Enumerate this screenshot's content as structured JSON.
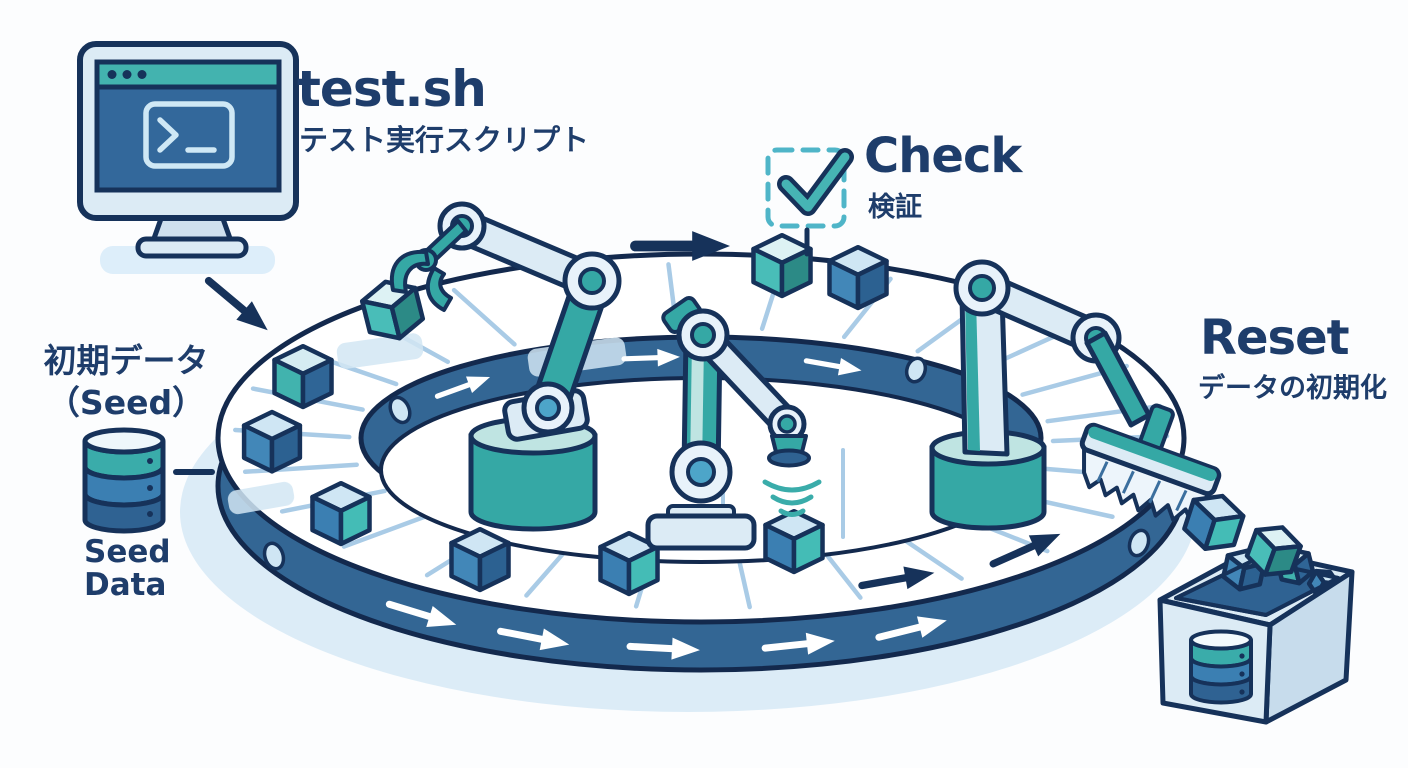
{
  "labels": {
    "test_script": {
      "title": "test.sh",
      "subtitle": "テスト実行スクリプト"
    },
    "check": {
      "title": "Check",
      "subtitle": "検証"
    },
    "reset": {
      "title": "Reset",
      "subtitle": "データの初期化"
    },
    "seed": {
      "line1": "初期データ",
      "line2": "（Seed）",
      "caption_line1": "Seed",
      "caption_line2": "Data"
    }
  },
  "icons": {
    "terminal_prompt": ">_",
    "check_mark": "✓",
    "flow_arrow": "→"
  },
  "colors": {
    "navy_outline": "#16325a",
    "text_navy": "#1e3d6b",
    "teal": "#35a8a5",
    "title_bar_teal": "#43b3af",
    "belt_wall_blue": "#336694",
    "screen_blue": "#33689b",
    "mid_blue": "#3b7fb2",
    "dark_blue": "#2f6292",
    "light_blue": "#dcebf5",
    "pale_tick_blue": "#a9cbe6",
    "shadow_blue": "#d6e9f6",
    "check_frame_teal": "#4fb5c8"
  }
}
